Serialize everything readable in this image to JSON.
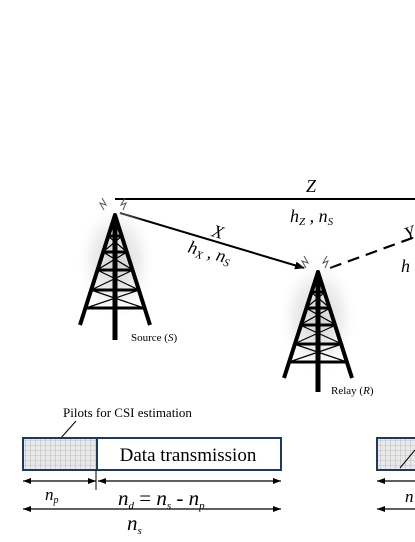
{
  "links": {
    "direct": {
      "label": "Z",
      "params": "h",
      "params_sub": "Z",
      "params_rest": " ,  n",
      "params_sub2": "S"
    },
    "source_relay": {
      "label": "X",
      "params": "h",
      "params_sub": "X",
      "params_rest": " , n",
      "params_sub2": "S"
    },
    "relay_dest": {
      "label": "Y",
      "params": "h"
    }
  },
  "nodes": {
    "source": {
      "label": "Source (",
      "label_sym": "S",
      "label_end": ")"
    },
    "relay": {
      "label": "Relay (",
      "label_sym": "R",
      "label_end": ")"
    }
  },
  "frame": {
    "pilots_label": "Pilots for CSI estimation",
    "data_label": "Data transmission",
    "np": "n",
    "np_sub": "p",
    "equation": {
      "lhs": "n",
      "lhs_sub": "d",
      "eq": " = ",
      "mid": "n",
      "mid_sub": "s",
      "minus": " - ",
      "rhs": "n",
      "rhs_sub": "p"
    },
    "ns": "n",
    "ns_sub": "s",
    "right_np": "n"
  }
}
